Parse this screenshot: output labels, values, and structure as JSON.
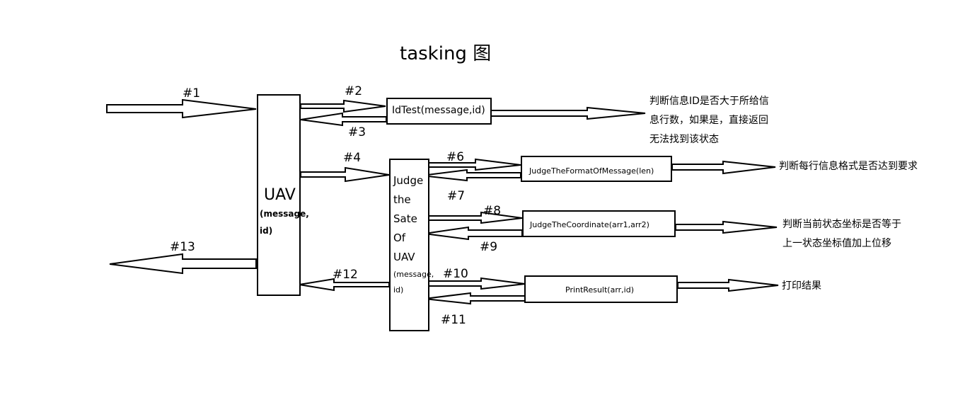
{
  "title": "tasking 图",
  "uav": {
    "label": "UAV",
    "params": "(message,",
    "params2": "id)"
  },
  "judge": {
    "lines": [
      "Judge",
      "the",
      "Sate",
      "Of",
      "UAV"
    ],
    "params": "(message,",
    "params2": "id)"
  },
  "boxes": {
    "idtest": "IdTest(message,id)",
    "format": "JudgeTheFormatOfMessage(len)",
    "coord": "JudgeTheCoordinate(arr1,arr2)",
    "print": "PrintResult(arr,id)"
  },
  "arrows": {
    "a1": "#1",
    "a2": "#2",
    "a3": "#3",
    "a4": "#4",
    "a6": "#6",
    "a7": "#7",
    "a8": "#8",
    "a9": "#9",
    "a10": "#10",
    "a11": "#11",
    "a12": "#12",
    "a13": "#13"
  },
  "notes": {
    "idtest": [
      "判断信息ID是否大于所给信",
      "息行数，如果是，直接返回",
      "无法找到该状态"
    ],
    "format": "判断每行信息格式是否达到要求",
    "coord": [
      "判断当前状态坐标是否等于",
      "上一状态坐标值加上位移"
    ],
    "print": "打印结果"
  }
}
